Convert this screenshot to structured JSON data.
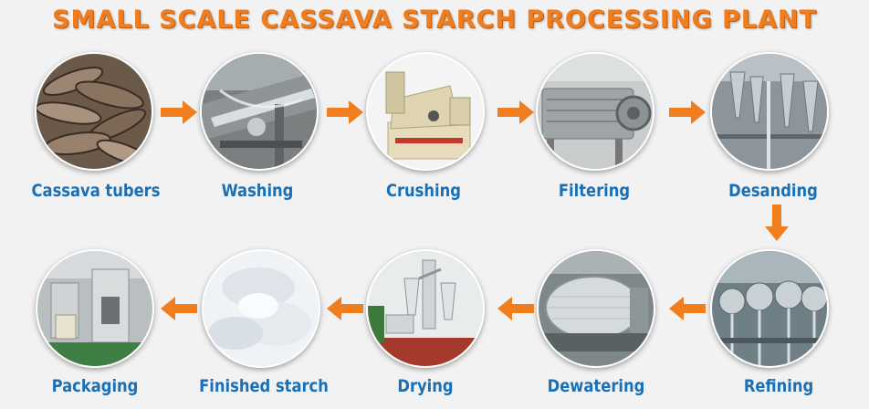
{
  "title": "SMALL SCALE CASSAVA STARCH PROCESSING PLANT",
  "steps": [
    {
      "label": "Cassava tubers"
    },
    {
      "label": "Washing"
    },
    {
      "label": "Crushing"
    },
    {
      "label": "Filtering"
    },
    {
      "label": "Desanding"
    },
    {
      "label": "Refining"
    },
    {
      "label": "Dewatering"
    },
    {
      "label": "Drying"
    },
    {
      "label": "Finished starch"
    },
    {
      "label": "Packaging"
    }
  ],
  "colors": {
    "title": "#f07d1e",
    "label": "#1a6fb5",
    "arrow": "#f07d1e"
  }
}
